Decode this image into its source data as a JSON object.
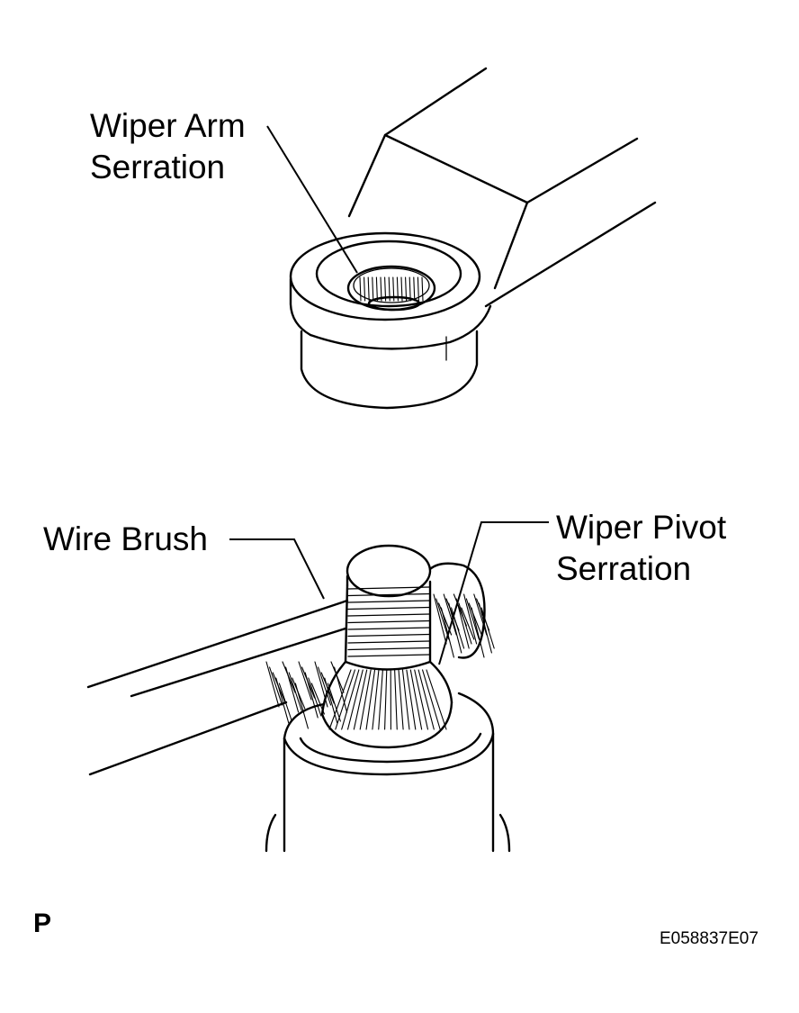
{
  "labels": {
    "wiper_arm_serration": [
      "Wiper Arm",
      "Serration"
    ],
    "wire_brush": "Wire Brush",
    "wiper_pivot_serration": [
      "Wiper Pivot",
      "Serration"
    ],
    "corner_mark": "P",
    "figure_code": "E058837E07"
  },
  "colors": {
    "ink": "#000000",
    "paper": "#ffffff"
  }
}
